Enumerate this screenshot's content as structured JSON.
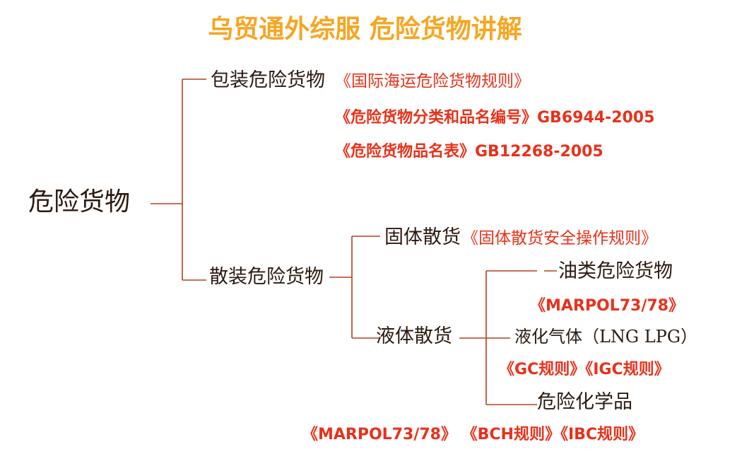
{
  "title": "乌贸通外综服   危险货物讲解",
  "colors": {
    "title": "#F5A623",
    "reference": "#E8311A",
    "node_text": "#2B1A10",
    "connector": "#B5401F"
  },
  "nodes": {
    "root": "危险货物",
    "packaged": "包装危险货物",
    "bulk": "散装危险货物",
    "solid_bulk": "固体散货",
    "liquid_bulk": "液体散货",
    "oil": "油类危险货物",
    "liquefied_gas": "液化气体（LNG  LPG）",
    "chemicals": "危险化学品"
  },
  "references": {
    "imdg": "《国际海运危险货物规则》",
    "gb6944": "《危险货物分类和品名编号》GB6944-2005",
    "gb12268": "《危险货物品名表》GB12268-2005",
    "solid_code": "《固体散货安全操作规则》",
    "marpol_oil": "《MARPOL73/78》",
    "gas_codes": "《GC规则》《IGC规则》",
    "chem_codes": "《MARPOL73/78》 《BCH规则》《IBC规则》"
  }
}
